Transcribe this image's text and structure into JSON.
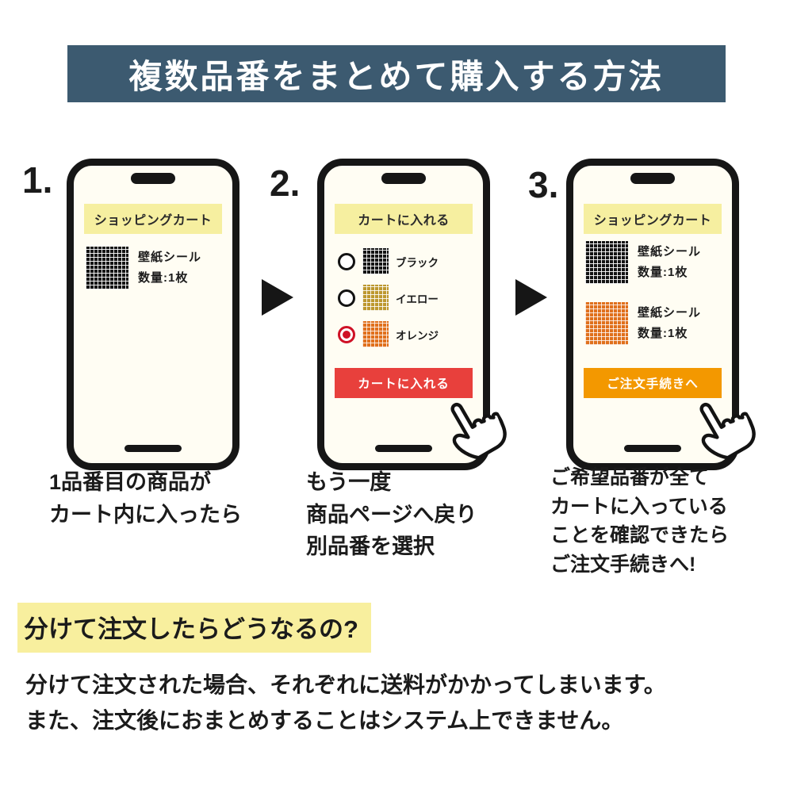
{
  "page": {
    "title": "複数品番をまとめて購入する方法"
  },
  "colors": {
    "banner_bg": "#3c5a70",
    "banner_text": "#ffffff",
    "phone_header_bg": "#f6efa0",
    "add_to_cart_red": "#e8403c",
    "checkout_orange": "#f39800",
    "selected_radio_red": "#cf1126",
    "heading_highlight_yellow": "#f8ef9e"
  },
  "icons": {
    "hand_cursor": "pointing-hand",
    "step_arrow": "right-triangle",
    "swatches": [
      "black-grid",
      "yellow-grid",
      "orange-grid"
    ]
  },
  "steps": [
    {
      "number": "1.",
      "phone": {
        "header": "ショッピングカート",
        "items": [
          {
            "swatch": "black-grid",
            "name": "壁紙シール",
            "qty": "数量:1枚"
          }
        ]
      },
      "caption_lines": [
        "1品番目の商品が",
        "カート内に入ったら"
      ]
    },
    {
      "number": "2.",
      "phone": {
        "header": "カートに入れる",
        "options": [
          {
            "swatch": "black-grid",
            "label": "ブラック",
            "selected": false
          },
          {
            "swatch": "yellow-grid",
            "label": "イエロー",
            "selected": false
          },
          {
            "swatch": "orange-grid",
            "label": "オレンジ",
            "selected": true
          }
        ],
        "button": "カートに入れる"
      },
      "caption_lines": [
        "もう一度",
        "商品ページへ戻り",
        "別品番を選択"
      ]
    },
    {
      "number": "3.",
      "phone": {
        "header": "ショッピングカート",
        "items": [
          {
            "swatch": "black-grid",
            "name": "壁紙シール",
            "qty": "数量:1枚"
          },
          {
            "swatch": "orange-grid",
            "name": "壁紙シール",
            "qty": "数量:1枚"
          }
        ],
        "button": "ご注文手続きへ"
      },
      "caption_lines": [
        "ご希望品番が全て",
        "カートに入っている",
        "ことを確認できたら",
        "ご注文手続きへ!"
      ]
    }
  ],
  "note": {
    "heading": "分けて注文したらどうなるの?",
    "body_lines": [
      "分けて注文された場合、それぞれに送料がかかってしまいます。",
      "また、注文後におまとめすることはシステム上できません。"
    ]
  }
}
